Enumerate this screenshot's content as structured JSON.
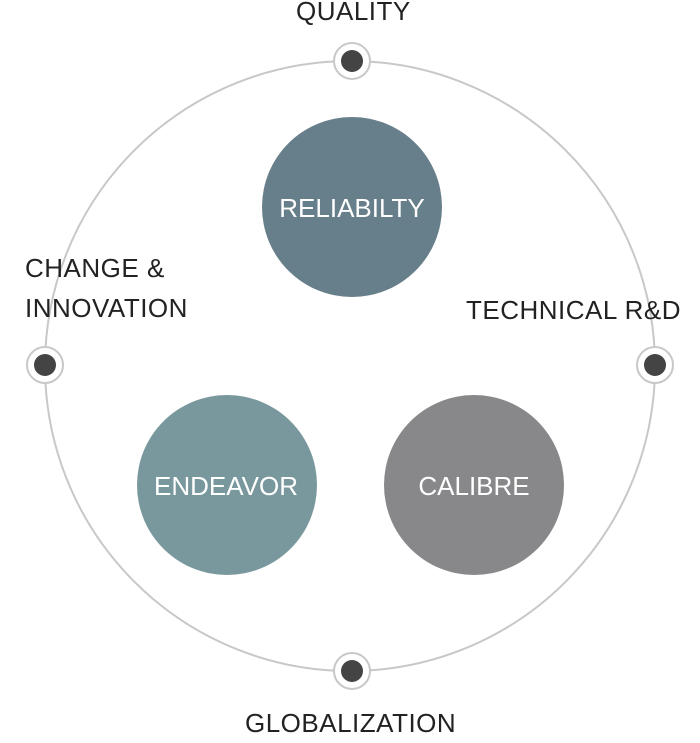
{
  "diagram": {
    "center_circles": [
      {
        "label": "RELIABILTY",
        "color": "#677e8b"
      },
      {
        "label": "ENDEAVOR",
        "color": "#79989d"
      },
      {
        "label": "CALIBRE",
        "color": "#888789"
      }
    ],
    "orbit_labels": {
      "top": "QUALITY",
      "left_line1": "CHANGE &",
      "left_line2": "INNOVATION",
      "right": "TECHNICAL R&D",
      "bottom": "GLOBALIZATION"
    },
    "colors": {
      "orbit_stroke": "#c8c8c8",
      "node_fill": "#444444",
      "node_ring": "#c8c8c8",
      "text_on_circle": "#ffffff",
      "label_text": "#222222"
    }
  }
}
